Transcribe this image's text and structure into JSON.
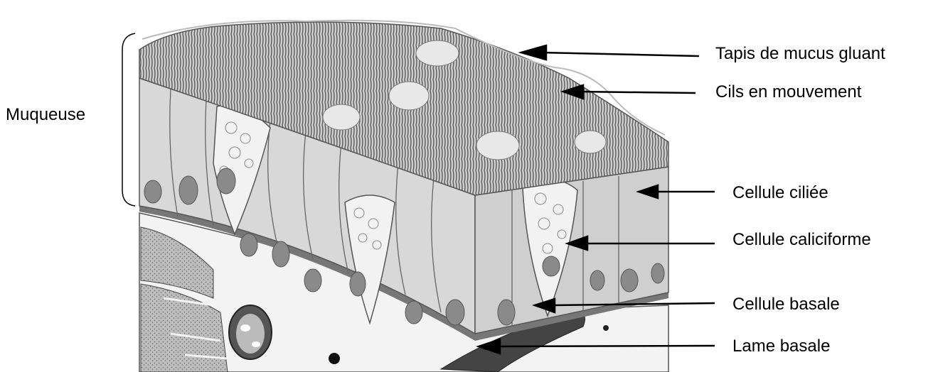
{
  "diagram": {
    "group_label": "Muqueuse",
    "labels": [
      {
        "id": "mucus",
        "text": "Tapis de mucus gluant"
      },
      {
        "id": "cils",
        "text": "Cils en mouvement"
      },
      {
        "id": "ciliee",
        "text": "Cellule ciliée"
      },
      {
        "id": "caliciforme",
        "text": "Cellule caliciforme"
      },
      {
        "id": "basale",
        "text": "Cellule basale"
      },
      {
        "id": "lame",
        "text": "Lame basale"
      }
    ],
    "colors": {
      "text": "#000000",
      "tissue_light": "#d9d9d9",
      "tissue_mid": "#b5b5b5",
      "tissue_dark": "#6e6e6e",
      "nucleus": "#808080",
      "background": "#ffffff"
    }
  }
}
